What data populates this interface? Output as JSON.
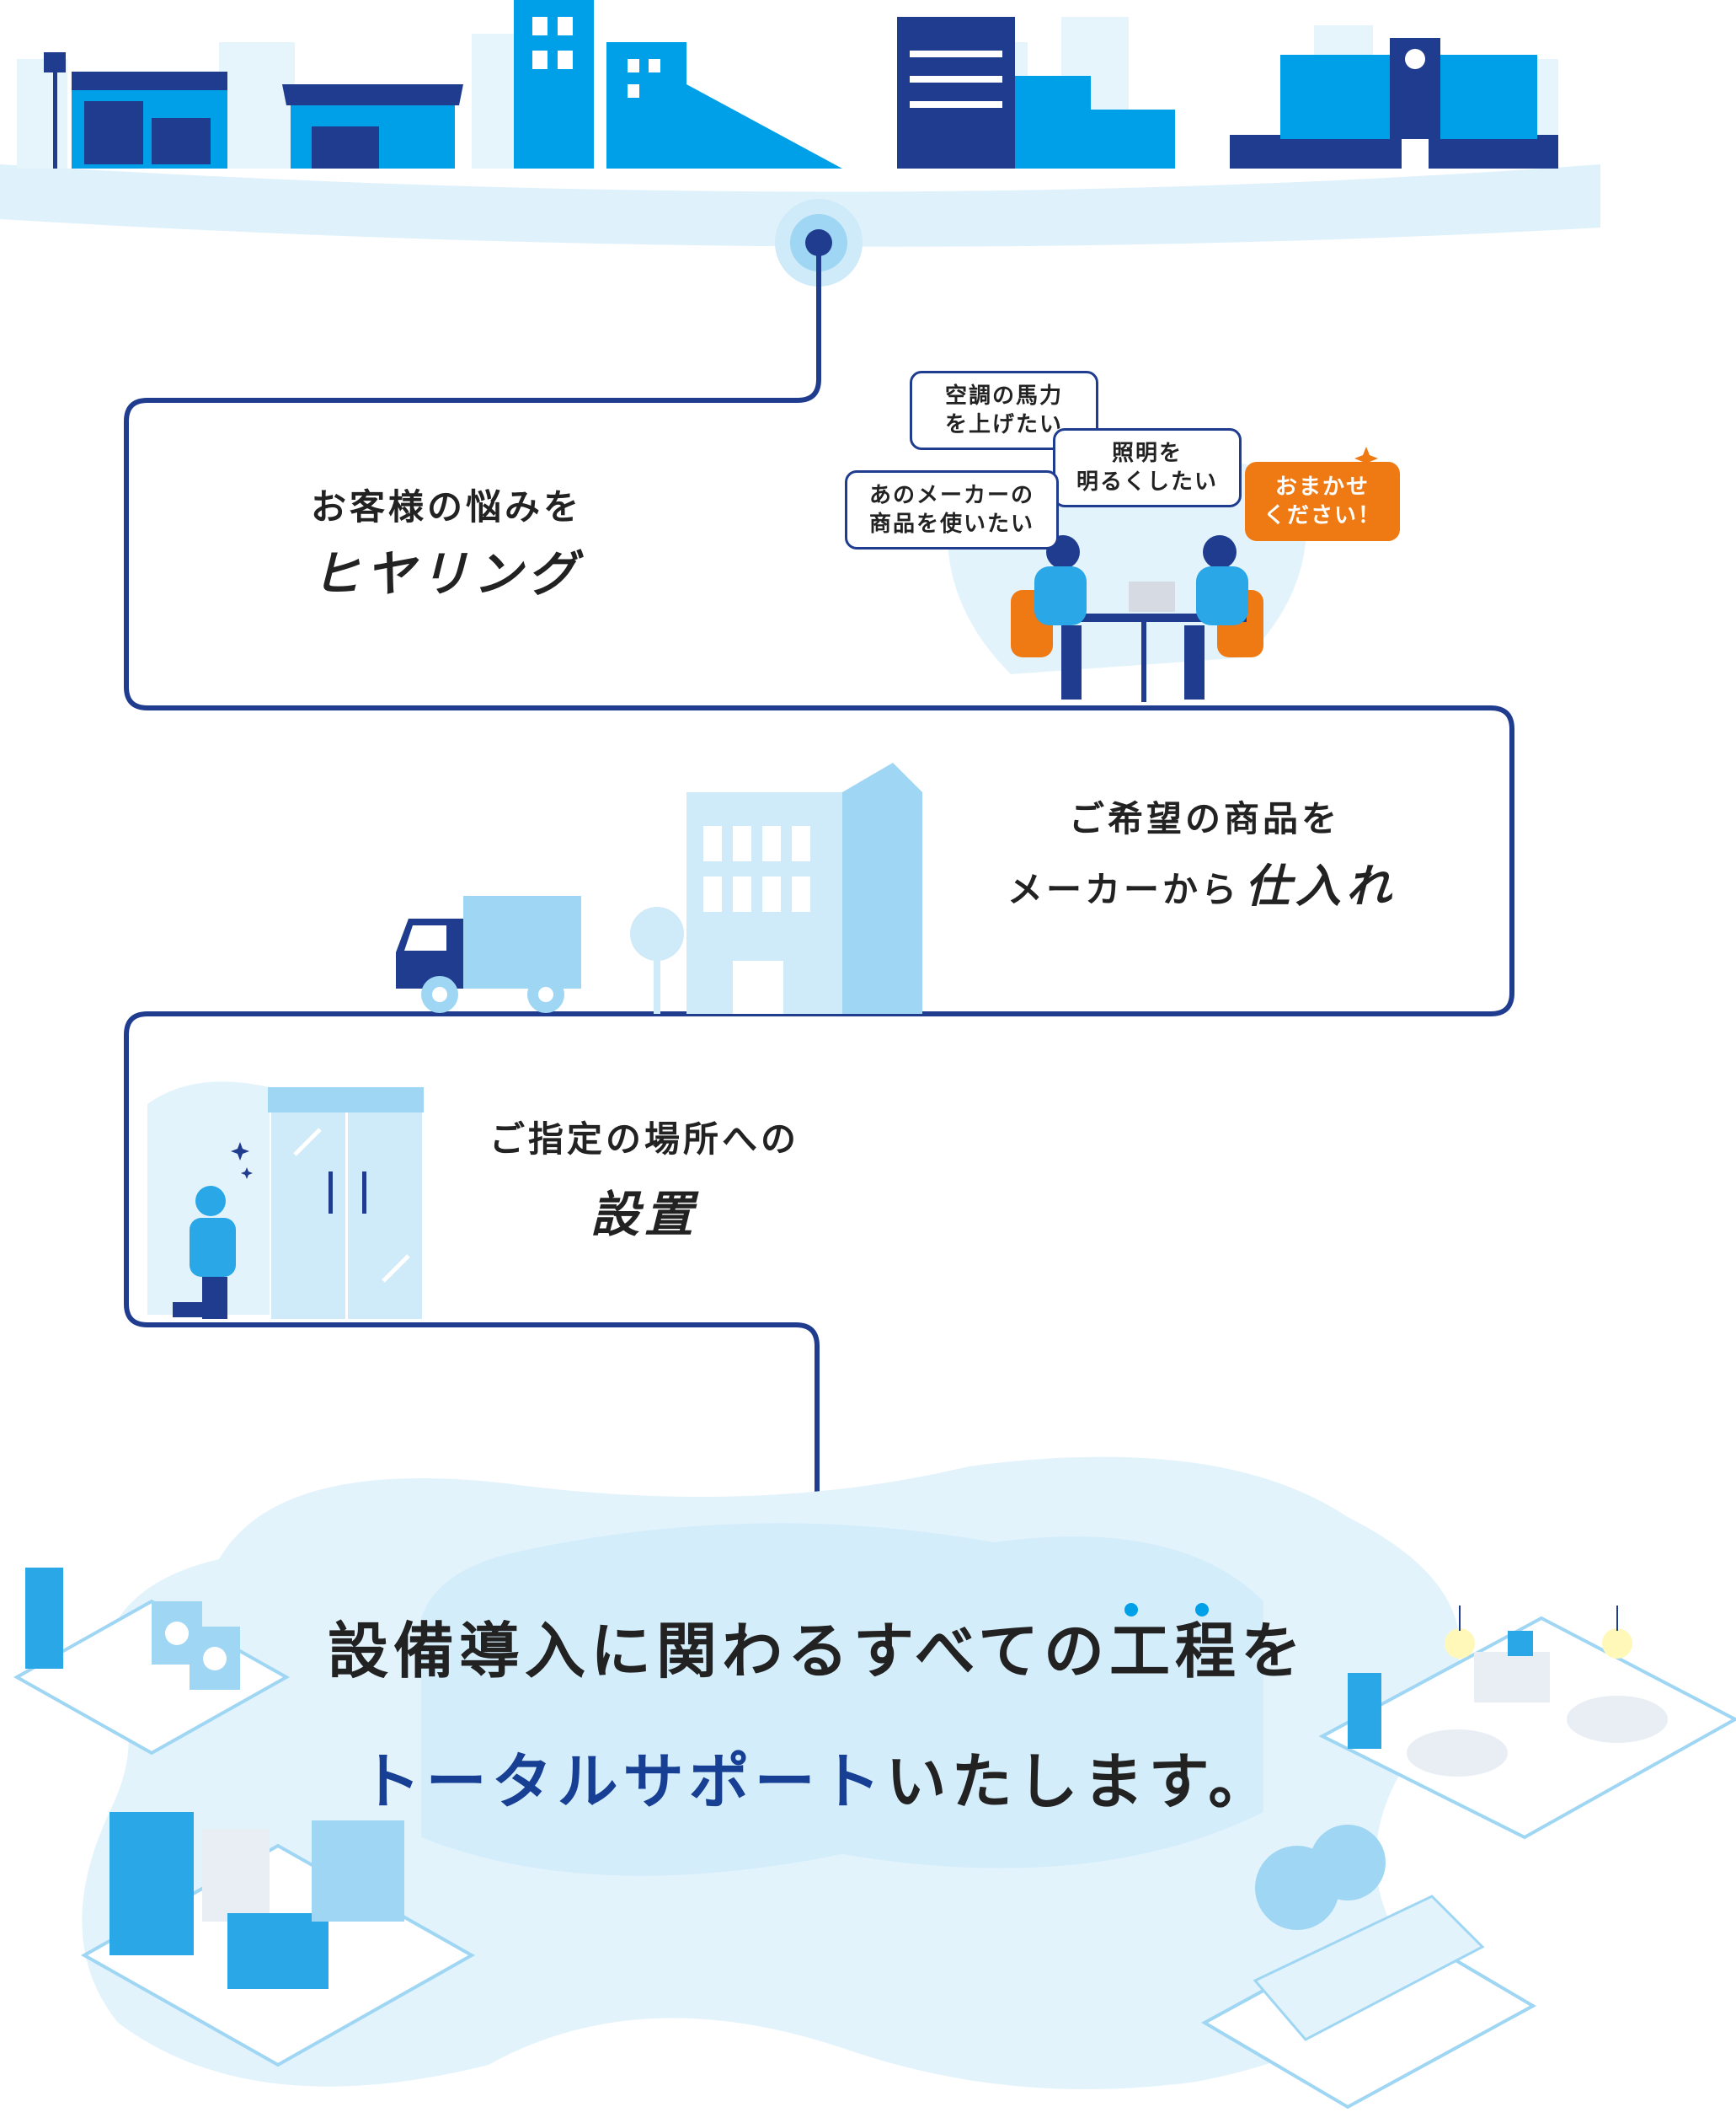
{
  "steps": [
    {
      "line1": "お客様の悩みを",
      "key": "ヒヤリング"
    },
    {
      "line1": "ご希望の商品を",
      "line2_prefix": "メーカーから",
      "key": "仕入れ"
    },
    {
      "line1": "ご指定の場所への",
      "key": "設置"
    }
  ],
  "bubbles": {
    "aircon": "空調の馬力\nを上げたい",
    "lighting": "照明を\n明るくしたい",
    "maker": "あのメーカーの\n商品を使いたい",
    "omakase": "おまかせ\nください！"
  },
  "final": {
    "line1": "設備導入に関わるすべての工程を",
    "line2_accent": "トータルサポート",
    "line2_rest": "いたします。"
  },
  "colors": {
    "navy": "#1f3c8f",
    "blue": "#00a0e9",
    "light_blue": "#cfeaf9",
    "pale_blue": "#e3f3fc",
    "orange": "#ef7a14",
    "highlight": "#fbf19a"
  }
}
